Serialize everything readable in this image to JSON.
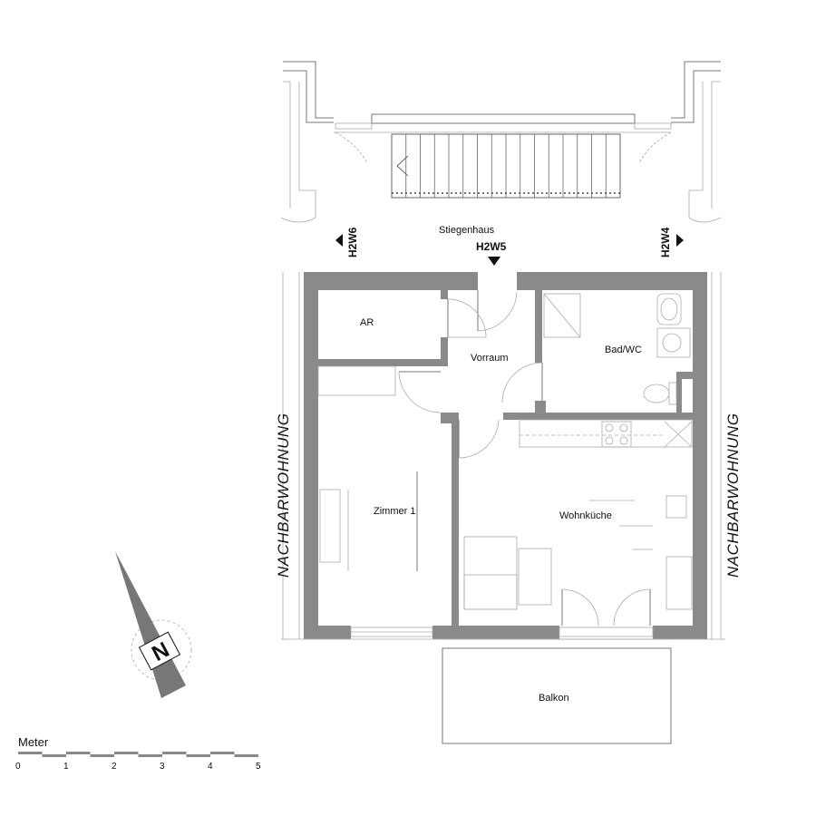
{
  "rooms": {
    "stairwell": "Stiegenhaus",
    "storage": "AR",
    "hallway": "Vorraum",
    "bathroom": "Bad/WC",
    "bedroom": "Zimmer 1",
    "living_kitchen": "Wohnküche",
    "balcony": "Balkon"
  },
  "units": {
    "current": "H2W5",
    "left": "H2W6",
    "right": "H2W4"
  },
  "neighbors": {
    "left": "NACHBARWOHNUNG",
    "right": "NACHBARWOHNUNG"
  },
  "compass": {
    "letter": "N"
  },
  "scale": {
    "title": "Meter",
    "ticks": [
      "0",
      "1",
      "2",
      "3",
      "4",
      "5"
    ]
  }
}
